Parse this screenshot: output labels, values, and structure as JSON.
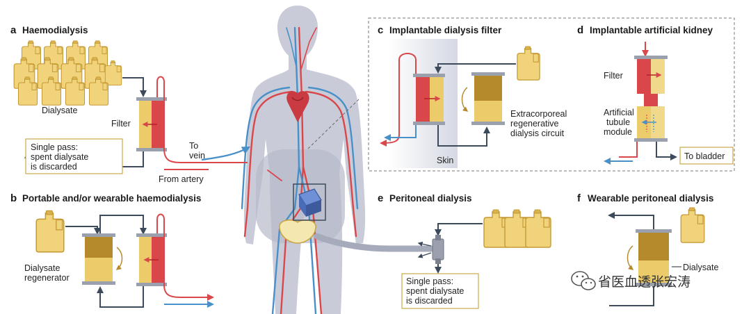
{
  "panels": {
    "a": {
      "letter": "a",
      "title": "Haemodialysis"
    },
    "b": {
      "letter": "b",
      "title": "Portable and/or wearable haemodialysis"
    },
    "c": {
      "letter": "c",
      "title": "Implantable dialysis filter"
    },
    "d": {
      "letter": "d",
      "title": "Implantable artificial kidney"
    },
    "e": {
      "letter": "e",
      "title": "Peritoneal dialysis"
    },
    "f": {
      "letter": "f",
      "title": "Wearable peritoneal dialysis"
    }
  },
  "labels": {
    "dialysate": "Dialysate",
    "filter_a": "Filter",
    "single_pass_a": [
      "Single pass:",
      "spent dialysate",
      "is discarded"
    ],
    "to_vein": [
      "To",
      "vein"
    ],
    "from_artery": "From artery",
    "dialysate_regenerator": [
      "Dialysate",
      "regenerator"
    ],
    "extracorporeal": [
      "Extracorporeal",
      "regenerative",
      "dialysis circuit"
    ],
    "skin": "Skin",
    "filter_d": "Filter",
    "artificial_tubule": [
      "Artificial",
      "tubule",
      "module"
    ],
    "to_bladder": "To bladder",
    "single_pass_e": [
      "Single pass:",
      "spent dialysate",
      "is discarded"
    ],
    "dialysate_f": "Dialysate"
  },
  "watermark": "省医血透张宏涛",
  "icons": [
    "dialysate-jug-icon",
    "filter-cartridge-icon",
    "heart-icon",
    "human-body-icon",
    "wechat-icon"
  ],
  "colors": {
    "artery_red": "#d9474b",
    "vein_blue": "#4a90c8",
    "dialysate_yellow": "#eccb6a",
    "regenerator_brown": "#b48a2c",
    "dark_line": "#3d4a5c",
    "body_gray": "#c9ccd8"
  }
}
